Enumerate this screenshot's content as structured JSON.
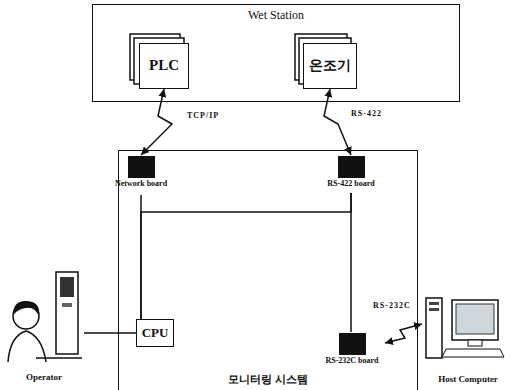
{
  "diagram": {
    "nodes": [
      {
        "text": [
          "Wet Station"
        ]
      },
      {
        "text": [
          "PLC"
        ],
        "in": 0
      },
      {
        "text": [
          "온조기"
        ],
        "in": 0
      },
      {
        "text": [
          "모니터링 시스템"
        ]
      },
      {
        "text": [
          "Network board"
        ],
        "in": 3
      },
      {
        "text": [
          "RS-422 board"
        ],
        "in": 3
      },
      {
        "text": [
          "RS-232C board"
        ],
        "in": 3
      },
      {
        "text": [
          "CPU"
        ],
        "in": 3
      },
      {
        "text": [
          "Operator"
        ]
      },
      {
        "text": [
          "Host Computer"
        ]
      }
    ],
    "edges": [
      {
        "from": 1,
        "to": 4,
        "label": "TCP/IP",
        "arrow": "both"
      },
      {
        "from": 2,
        "to": 5,
        "label": "RS-422",
        "arrow": "both"
      },
      {
        "from": 4,
        "to": 7,
        "arrow": "none"
      },
      {
        "from": 7,
        "to": 5,
        "arrow": "none"
      },
      {
        "from": 5,
        "to": 6,
        "arrow": "none"
      },
      {
        "from": 9,
        "to": 6,
        "label": "RS-232C",
        "arrow": "both"
      },
      {
        "from": 8,
        "to": 7,
        "arrow": "none"
      }
    ]
  }
}
